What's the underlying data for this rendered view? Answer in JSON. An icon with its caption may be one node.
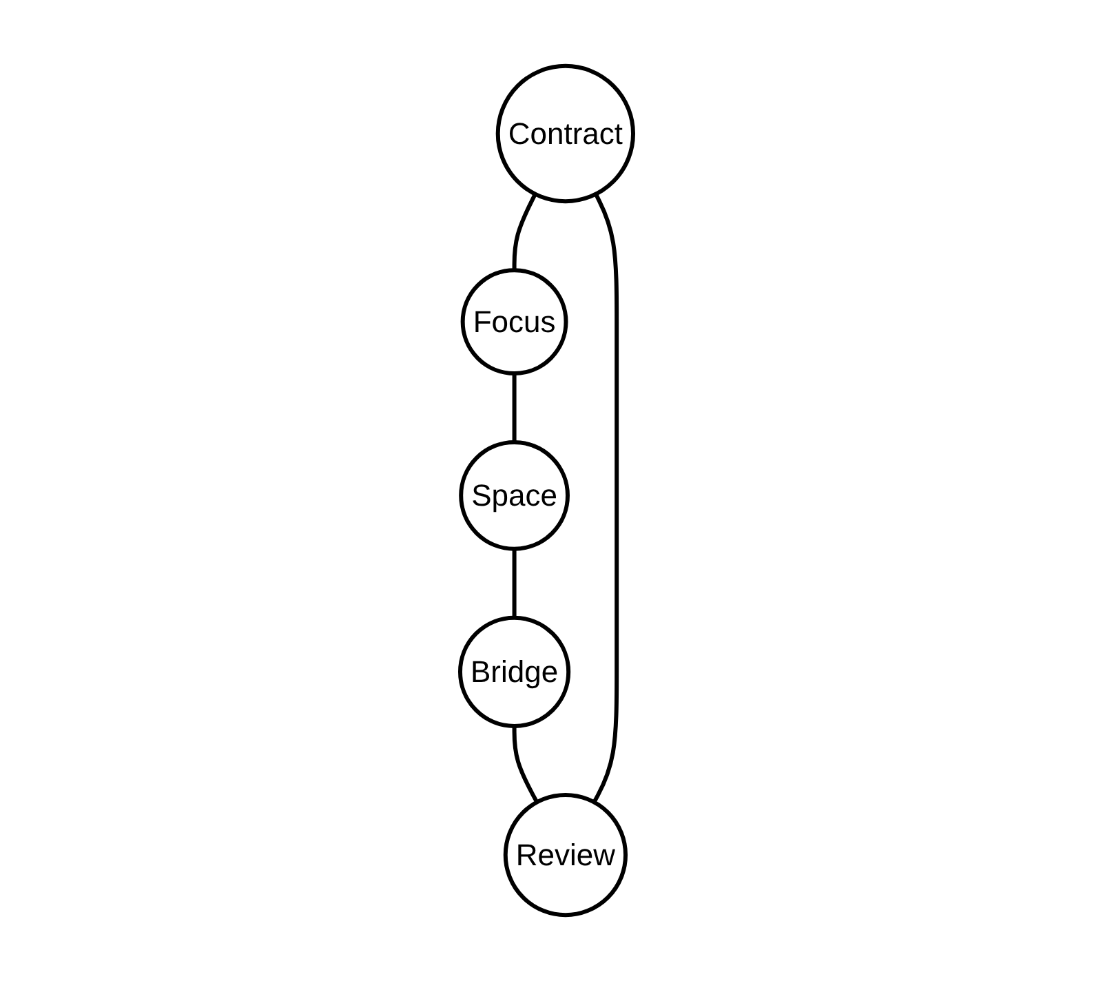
{
  "diagram": {
    "nodes": [
      {
        "text": [
          "Contract"
        ]
      },
      {
        "text": [
          "Review"
        ]
      },
      {
        "text": [
          "Focus"
        ]
      },
      {
        "text": [
          "Bridge"
        ]
      },
      {
        "text": [
          "Space"
        ]
      }
    ],
    "edges": [
      {
        "from": 0,
        "to": 2,
        "arrow": "none"
      },
      {
        "from": 2,
        "to": 4,
        "arrow": "none"
      },
      {
        "from": 4,
        "to": 3,
        "arrow": "none"
      },
      {
        "from": 3,
        "to": 1,
        "arrow": "none"
      },
      {
        "from": 1,
        "to": 0,
        "arrow": "none"
      }
    ]
  }
}
